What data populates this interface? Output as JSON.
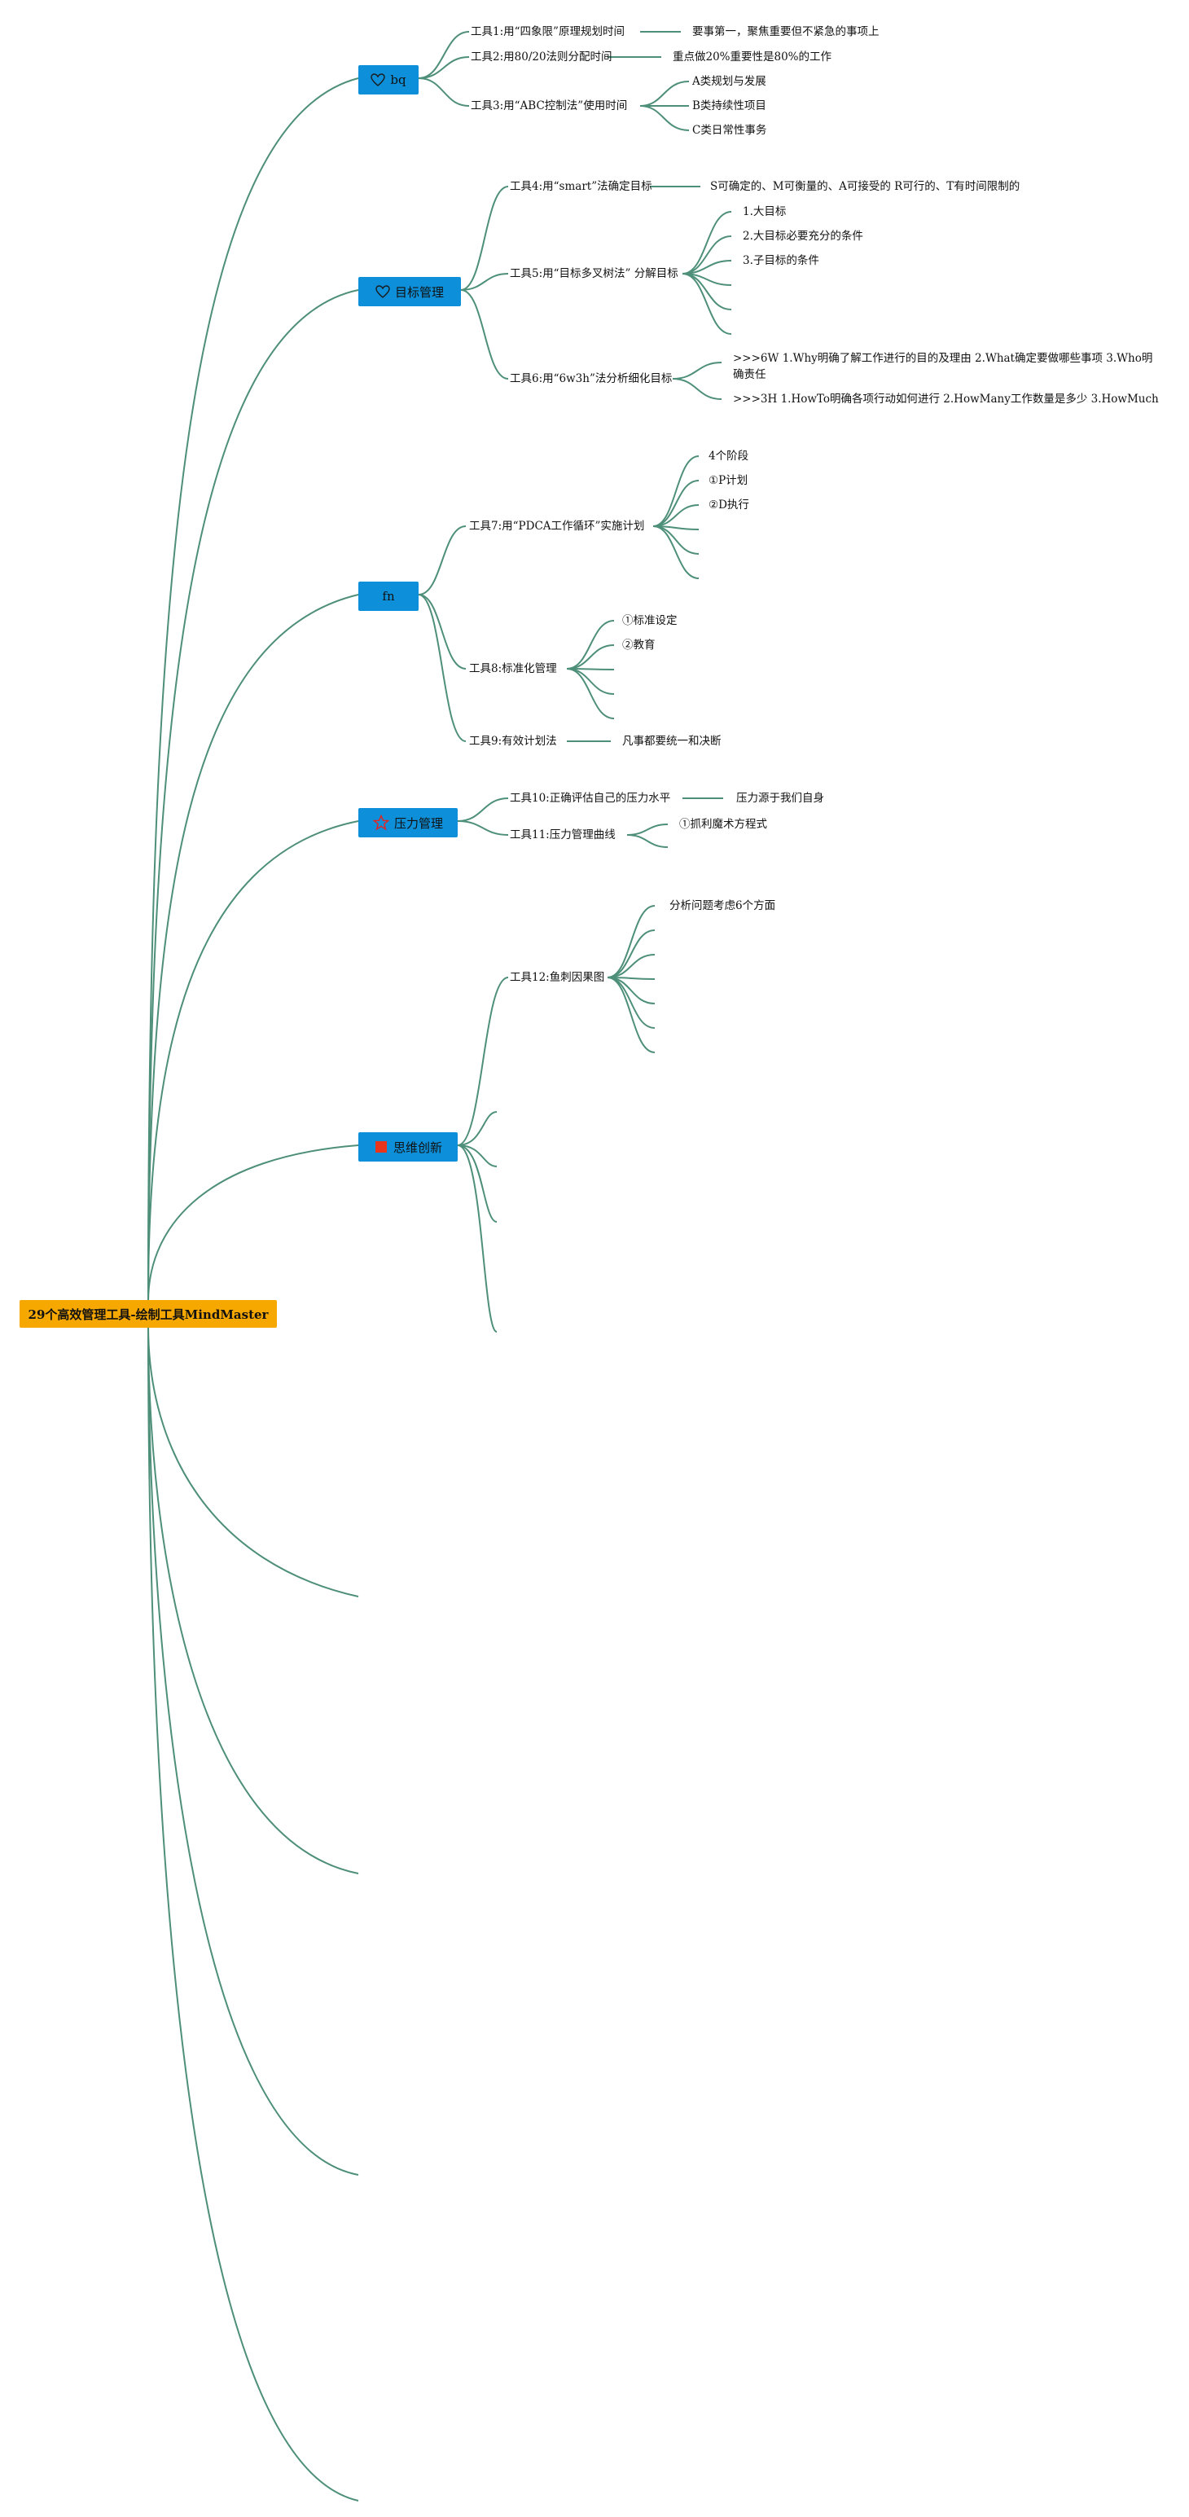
{
  "root": {
    "label": "29个高效管理工具-绘制工具MindMaster"
  },
  "colors": {
    "root_bg": "#f7a800",
    "topic_bg": "#0d8fd9",
    "line": "#4e8f7a",
    "flag_icon": "#e8351c"
  },
  "topics": [
    {
      "label": "bq",
      "icon": "heart-icon"
    },
    {
      "label": "目标管理",
      "icon": "heart-icon"
    },
    {
      "label": "fn",
      "icon": ""
    },
    {
      "label": "压力管理",
      "icon": "star-icon"
    },
    {
      "label": "思维创新",
      "icon": "flag-icon"
    }
  ],
  "nodes": {
    "t1": "工具1:用“四象限”原理规划时间",
    "t1a": "要事第一，聚焦重要但不紧急的事项上",
    "t2": "工具2:用80/20法则分配时间",
    "t2a": "重点做20%重要性是80%的工作",
    "t3": "工具3:用“ABC控制法”使用时间",
    "t3a": "A类规划与发展",
    "t3b": "B类持续性项目",
    "t3c": "C类日常性事务",
    "t4": "工具4:用“smart”法确定目标",
    "t4a": "S可确定的、M可衡量的、A可接受的 R可行的、T有时间限制的",
    "t5": "工具5:用“目标多叉树法” 分解目标",
    "t5a": "1.大目标",
    "t5b": "2.大目标必要充分的条件",
    "t5c": "3.子目标的条件",
    "t6": "工具6:用“6w3h”法分析细化目标",
    "t6a": ">>>6W 1.Why明确了解工作进行的目的及理由 2.What确定要做哪些事项 3.Who明确责任",
    "t6b": ">>>3H 1.HowTo明确各项行动如何进行 2.HowMany工作数量是多少 3.HowMuch",
    "t7": "工具7:用“PDCA工作循环”实施计划",
    "t7a": "4个阶段",
    "t7b": "①P计划",
    "t7c": "②D执行",
    "t8": "工具8:标准化管理",
    "t8a": "①标准设定",
    "t8b": "②教育",
    "t9": "工具9:有效计划法",
    "t9a": "凡事都要统一和决断",
    "t10": "工具10:正确评估自己的压力水平",
    "t10a": "压力源于我们自身",
    "t11": "工具11:压力管理曲线",
    "t11a": "①抓利魔术方程式",
    "t12": "工具12:鱼刺因果图",
    "t12a": "分析问题考虑6个方面"
  }
}
